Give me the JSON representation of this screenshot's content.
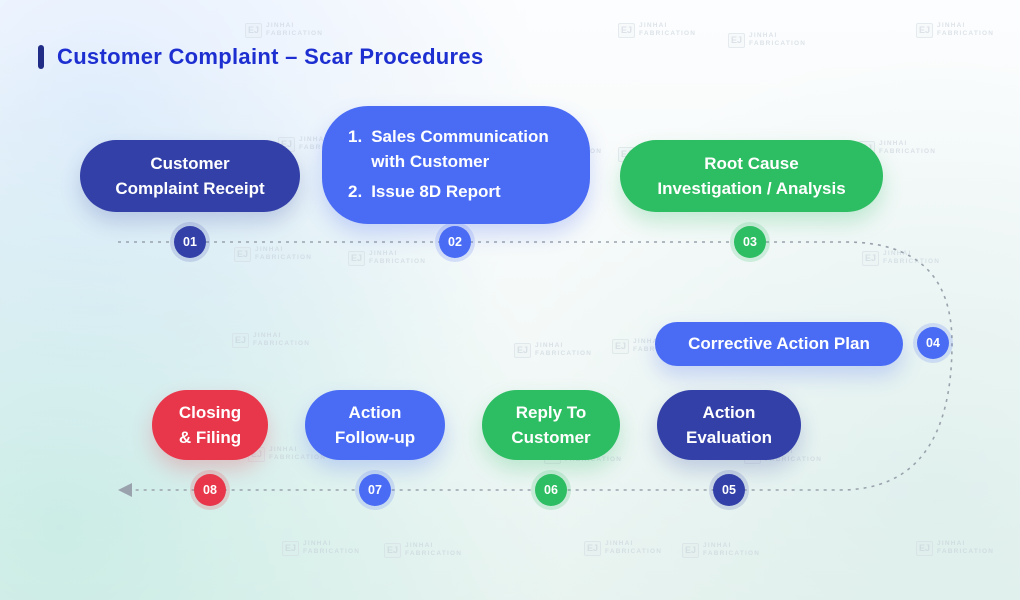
{
  "title": {
    "text": "Customer Complaint – Scar Procedures"
  },
  "watermark": {
    "icon": "EJ",
    "line1": "JINHAI",
    "line2": "FABRICATION"
  },
  "colors": {
    "title": "#1d2fd0",
    "accent_bar": "#202c86",
    "dark_blue": "#3340a8",
    "blue": "#4a6cf5",
    "green": "#2dbd62",
    "red": "#e8374a",
    "connector": "#9aa3ad",
    "text_on_pill": "#ffffff"
  },
  "steps": [
    {
      "num": "01",
      "lines": [
        "Customer",
        "Complaint Receipt"
      ]
    },
    {
      "num": "02",
      "items": [
        {
          "n": "1.",
          "t": "Sales Communication with Customer"
        },
        {
          "n": "2.",
          "t": "Issue 8D Report"
        }
      ]
    },
    {
      "num": "03",
      "lines": [
        "Root Cause",
        "Investigation / Analysis"
      ]
    },
    {
      "num": "04",
      "lines": [
        "Corrective Action Plan"
      ]
    },
    {
      "num": "05",
      "lines": [
        "Action",
        "Evaluation"
      ]
    },
    {
      "num": "06",
      "lines": [
        "Reply To",
        "Customer"
      ]
    },
    {
      "num": "07",
      "lines": [
        "Action",
        "Follow-up"
      ]
    },
    {
      "num": "08",
      "lines": [
        "Closing",
        "& Filing"
      ]
    }
  ]
}
